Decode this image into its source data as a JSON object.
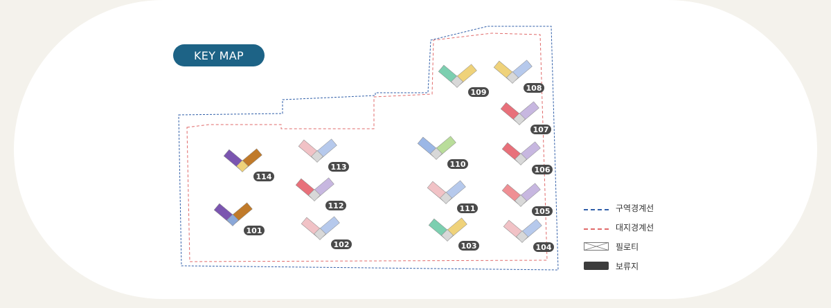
{
  "title": "KEY MAP",
  "colors": {
    "title_bg": "#1d6386",
    "zone_boundary": "#2f5ea8",
    "site_boundary": "#e06a6a",
    "badge": "#4a4a4a"
  },
  "buildings": [
    {
      "id": "101",
      "palette": [
        "#7b55b0",
        "#c07a2a",
        "#8aa7d8"
      ]
    },
    {
      "id": "102",
      "palette": [
        "#f1c2c6",
        "#b6c9ec",
        "#d8d8d8"
      ]
    },
    {
      "id": "103",
      "palette": [
        "#7ccfb0",
        "#efd27a",
        "#d8d8d8"
      ]
    },
    {
      "id": "104",
      "palette": [
        "#f1c2c6",
        "#b6c9ec",
        "#d8d8d8"
      ]
    },
    {
      "id": "105",
      "palette": [
        "#ef8f94",
        "#c7b7e0",
        "#d8d8d8"
      ]
    },
    {
      "id": "106",
      "palette": [
        "#e8707a",
        "#c7b7e0",
        "#d8d8d8"
      ]
    },
    {
      "id": "107",
      "palette": [
        "#e8707a",
        "#c7b7e0",
        "#d8d8d8"
      ]
    },
    {
      "id": "108",
      "palette": [
        "#efd27a",
        "#b6c9ec",
        "#d8d8d8"
      ]
    },
    {
      "id": "109",
      "palette": [
        "#7ccfb0",
        "#efd27a",
        "#d8d8d8"
      ]
    },
    {
      "id": "110",
      "palette": [
        "#9bb7e6",
        "#b9dd9a",
        "#d8d8d8"
      ]
    },
    {
      "id": "111",
      "palette": [
        "#f1c2c6",
        "#b6c9ec",
        "#d8d8d8"
      ]
    },
    {
      "id": "112",
      "palette": [
        "#e8707a",
        "#c7b7e0",
        "#d8d8d8"
      ]
    },
    {
      "id": "113",
      "palette": [
        "#f1c2c6",
        "#b6c9ec",
        "#d8d8d8"
      ]
    },
    {
      "id": "114",
      "palette": [
        "#7b55b0",
        "#c07a2a",
        "#efd27a"
      ]
    }
  ],
  "legend": [
    {
      "label": "구역경계선",
      "icon": "dashed-blue-line"
    },
    {
      "label": "대지경계선",
      "icon": "dashed-red-line"
    },
    {
      "label": "필로티",
      "icon": "crossed-box"
    },
    {
      "label": "보류지",
      "icon": "dark-box"
    }
  ]
}
